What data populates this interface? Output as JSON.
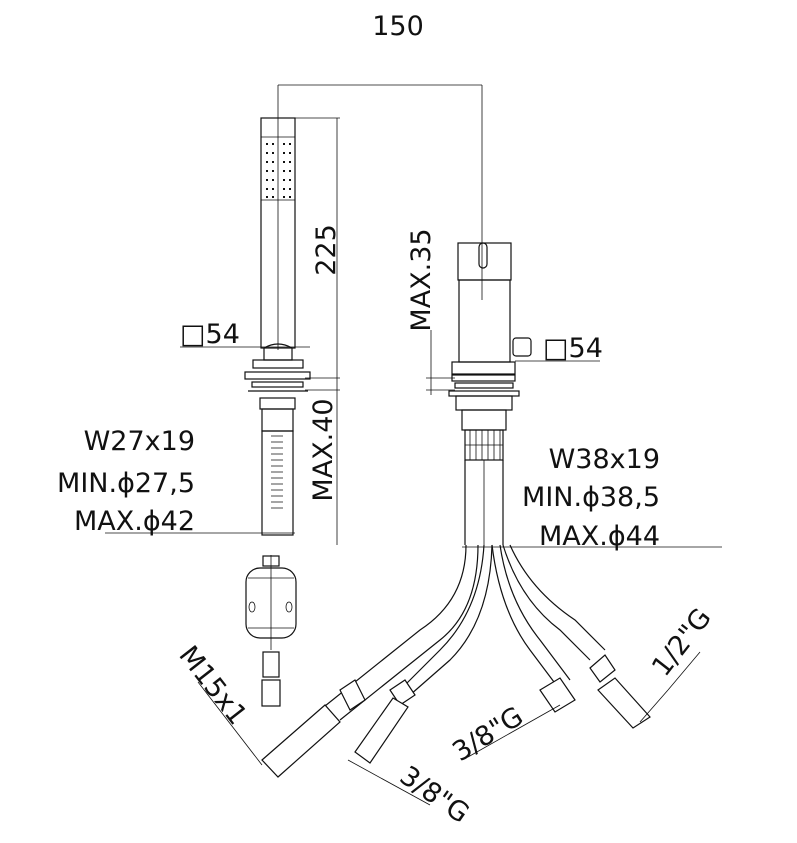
{
  "dimensions": {
    "spacing": "150",
    "handshower_length": "225",
    "handshower_square": "□54",
    "mixer_square": "□54",
    "handshower_max_thickness": "MAX.40",
    "mixer_max_thickness": "MAX.35"
  },
  "handshower_hole": {
    "wrench": "W27x19",
    "min": "MIN.ϕ27,5",
    "max": "MAX.ϕ42"
  },
  "mixer_hole": {
    "wrench": "W38x19",
    "min": "MIN.ϕ38,5",
    "max": "MAX.ϕ44"
  },
  "connections": {
    "handshower_hose": "M15x1",
    "inlet_a": "3/8\"G",
    "inlet_b": "3/8\"G",
    "outlet": "1/2\"G"
  }
}
